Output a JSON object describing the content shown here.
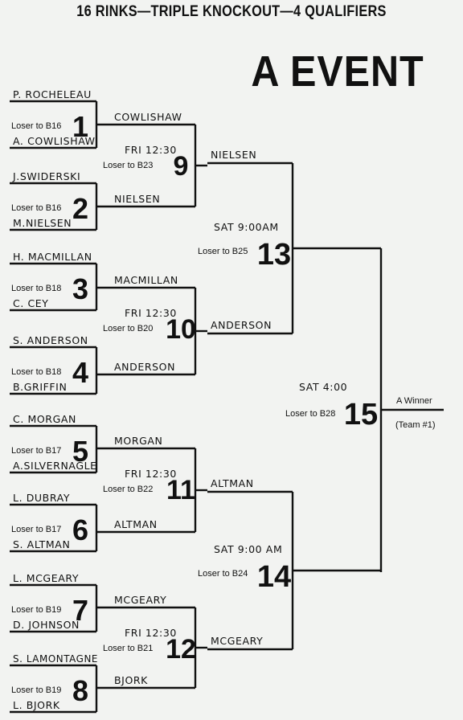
{
  "header": {
    "title": "16 RINKS—TRIPLE KNOCKOUT—4 QUALIFIERS",
    "event": "A EVENT"
  },
  "first_round": [
    {
      "game": "1",
      "loser_to": "Loser to B16",
      "top": "P. ROCHELEAU",
      "bottom": "A. COWLISHAW"
    },
    {
      "game": "2",
      "loser_to": "Loser to B16",
      "top": "J.SWIDERSKI",
      "bottom": "M.NIELSEN"
    },
    {
      "game": "3",
      "loser_to": "Loser to B18",
      "top": "H. MACMILLAN",
      "bottom": "C. CEY"
    },
    {
      "game": "4",
      "loser_to": "Loser to B18",
      "top": "S. ANDERSON",
      "bottom": "B.GRIFFIN"
    },
    {
      "game": "5",
      "loser_to": "Loser to B17",
      "top": "C. MORGAN",
      "bottom": "A.SILVERNAGLE"
    },
    {
      "game": "6",
      "loser_to": "Loser to B17",
      "top": "L. DUBRAY",
      "bottom": "S. ALTMAN"
    },
    {
      "game": "7",
      "loser_to": "Loser to B19",
      "top": "L. MCGEARY",
      "bottom": "D. JOHNSON"
    },
    {
      "game": "8",
      "loser_to": "Loser to B19",
      "top": "S. LAMONTAGNE",
      "bottom": "L. BJORK"
    }
  ],
  "second_round": [
    {
      "game": "9",
      "time": "FRI 12:30",
      "loser_to": "Loser to B23",
      "top": "COWLISHAW",
      "bottom": "NIELSEN"
    },
    {
      "game": "10",
      "time": "FRI 12:30",
      "loser_to": "Loser to B20",
      "top": "MACMILLAN",
      "bottom": "ANDERSON"
    },
    {
      "game": "11",
      "time": "FRI 12:30",
      "loser_to": "Loser to B22",
      "top": "MORGAN",
      "bottom": "ALTMAN"
    },
    {
      "game": "12",
      "time": "FRI 12:30",
      "loser_to": "Loser to B21",
      "top": "MCGEARY",
      "bottom": "BJORK"
    }
  ],
  "third_round": [
    {
      "game": "13",
      "time": "SAT 9:00AM",
      "loser_to": "Loser to B25",
      "top": "NIELSEN",
      "bottom": "ANDERSON"
    },
    {
      "game": "14",
      "time": "SAT 9:00 AM",
      "loser_to": "Loser to B24",
      "top": "ALTMAN",
      "bottom": "MCGEARY"
    }
  ],
  "final": {
    "game": "15",
    "time": "SAT 4:00",
    "loser_to": "Loser to B28"
  },
  "winner": {
    "label": "A Winner",
    "sub": "(Team #1)"
  }
}
